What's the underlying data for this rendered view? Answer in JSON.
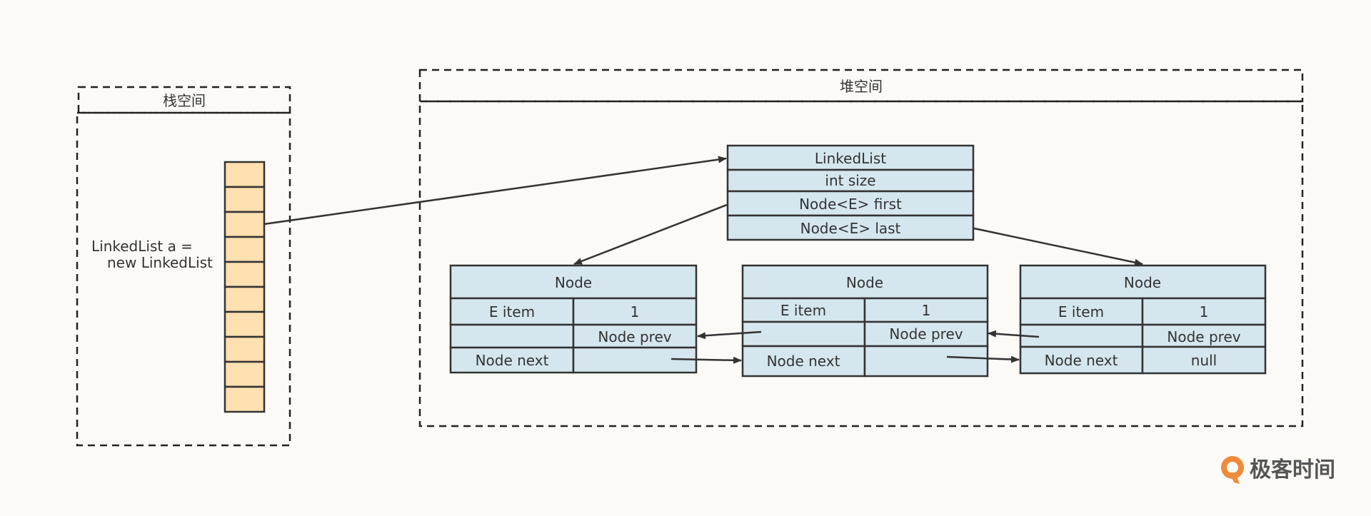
{
  "stack": {
    "title": "栈空间",
    "var_line1": "LinkedList a =",
    "var_line2": "new LinkedList",
    "slots": 10
  },
  "heap": {
    "title": "堆空间",
    "linkedlist": {
      "header": "LinkedList",
      "fields": [
        "int size",
        "Node<E> first",
        "Node<E> last"
      ]
    },
    "nodes": [
      {
        "header": "Node",
        "item_label": "E item",
        "item_value": "1",
        "prev_label": "Node prev",
        "next_label": "Node next",
        "next_value": ""
      },
      {
        "header": "Node",
        "item_label": "E item",
        "item_value": "1",
        "prev_label": "Node prev",
        "next_label": "Node next",
        "next_value": ""
      },
      {
        "header": "Node",
        "item_label": "E item",
        "item_value": "1",
        "prev_label": "Node prev",
        "next_label": "Node next",
        "next_value": "null"
      }
    ]
  },
  "brand": {
    "name": "极客时间",
    "logo_color": "#f08a3c"
  },
  "colors": {
    "node_fill": "#d5e6ee",
    "stack_fill": "#ffe0b0",
    "background": "#fbfaf7"
  }
}
